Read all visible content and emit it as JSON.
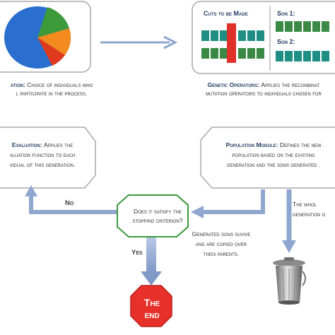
{
  "selection": {
    "heading": "ation:",
    "text_line1": "Choice of individuals who",
    "text_line2": "l participate in the process."
  },
  "genetic_operators": {
    "heading": "Genetic Operators:",
    "text_line1": "Applies the recombinat",
    "text_line2": "mutation operators to individuals chosen for",
    "cuts_label": "Cuts to be Made",
    "son1_label": "Son 1:",
    "son2_label": "Son 2:"
  },
  "evaluation": {
    "heading": "Evaluation:",
    "line1": "Applies the",
    "line2": "aluation function to each",
    "line3": "vidual of this generation."
  },
  "population_module": {
    "heading": "Population Module:",
    "line1": "Defines the new",
    "line2": "population based on the existing",
    "line3": "generation and the sons generated ."
  },
  "whole_note": {
    "line1": "The whol",
    "line2": "generation o"
  },
  "decision": {
    "line1": "Does it satisfy the",
    "line2": "stopping criterion?"
  },
  "no_label": "No",
  "yes_label": "Yes",
  "generated_sons": {
    "line1": "Generated sons suvive",
    "line2": "and are copied over",
    "line3": "theis parents."
  },
  "end": {
    "line1": "The",
    "line2": "end"
  },
  "colors": {
    "box_border": "#a8a8a8",
    "arrow": "#8fa7cf",
    "gene_teal": "#1f8f86",
    "gene_green": "#3a8a45",
    "cut_red": "#e0302a",
    "stop_red": "#e8302a",
    "pie_blue": "#2a6fd0",
    "pie_green": "#3d9a3a",
    "pie_orange": "#f28a1e",
    "pie_red": "#e03a1e"
  },
  "icons": [
    "pie-chart-icon",
    "chromosome-bars-icon",
    "trash-can-icon",
    "stop-sign-icon"
  ]
}
